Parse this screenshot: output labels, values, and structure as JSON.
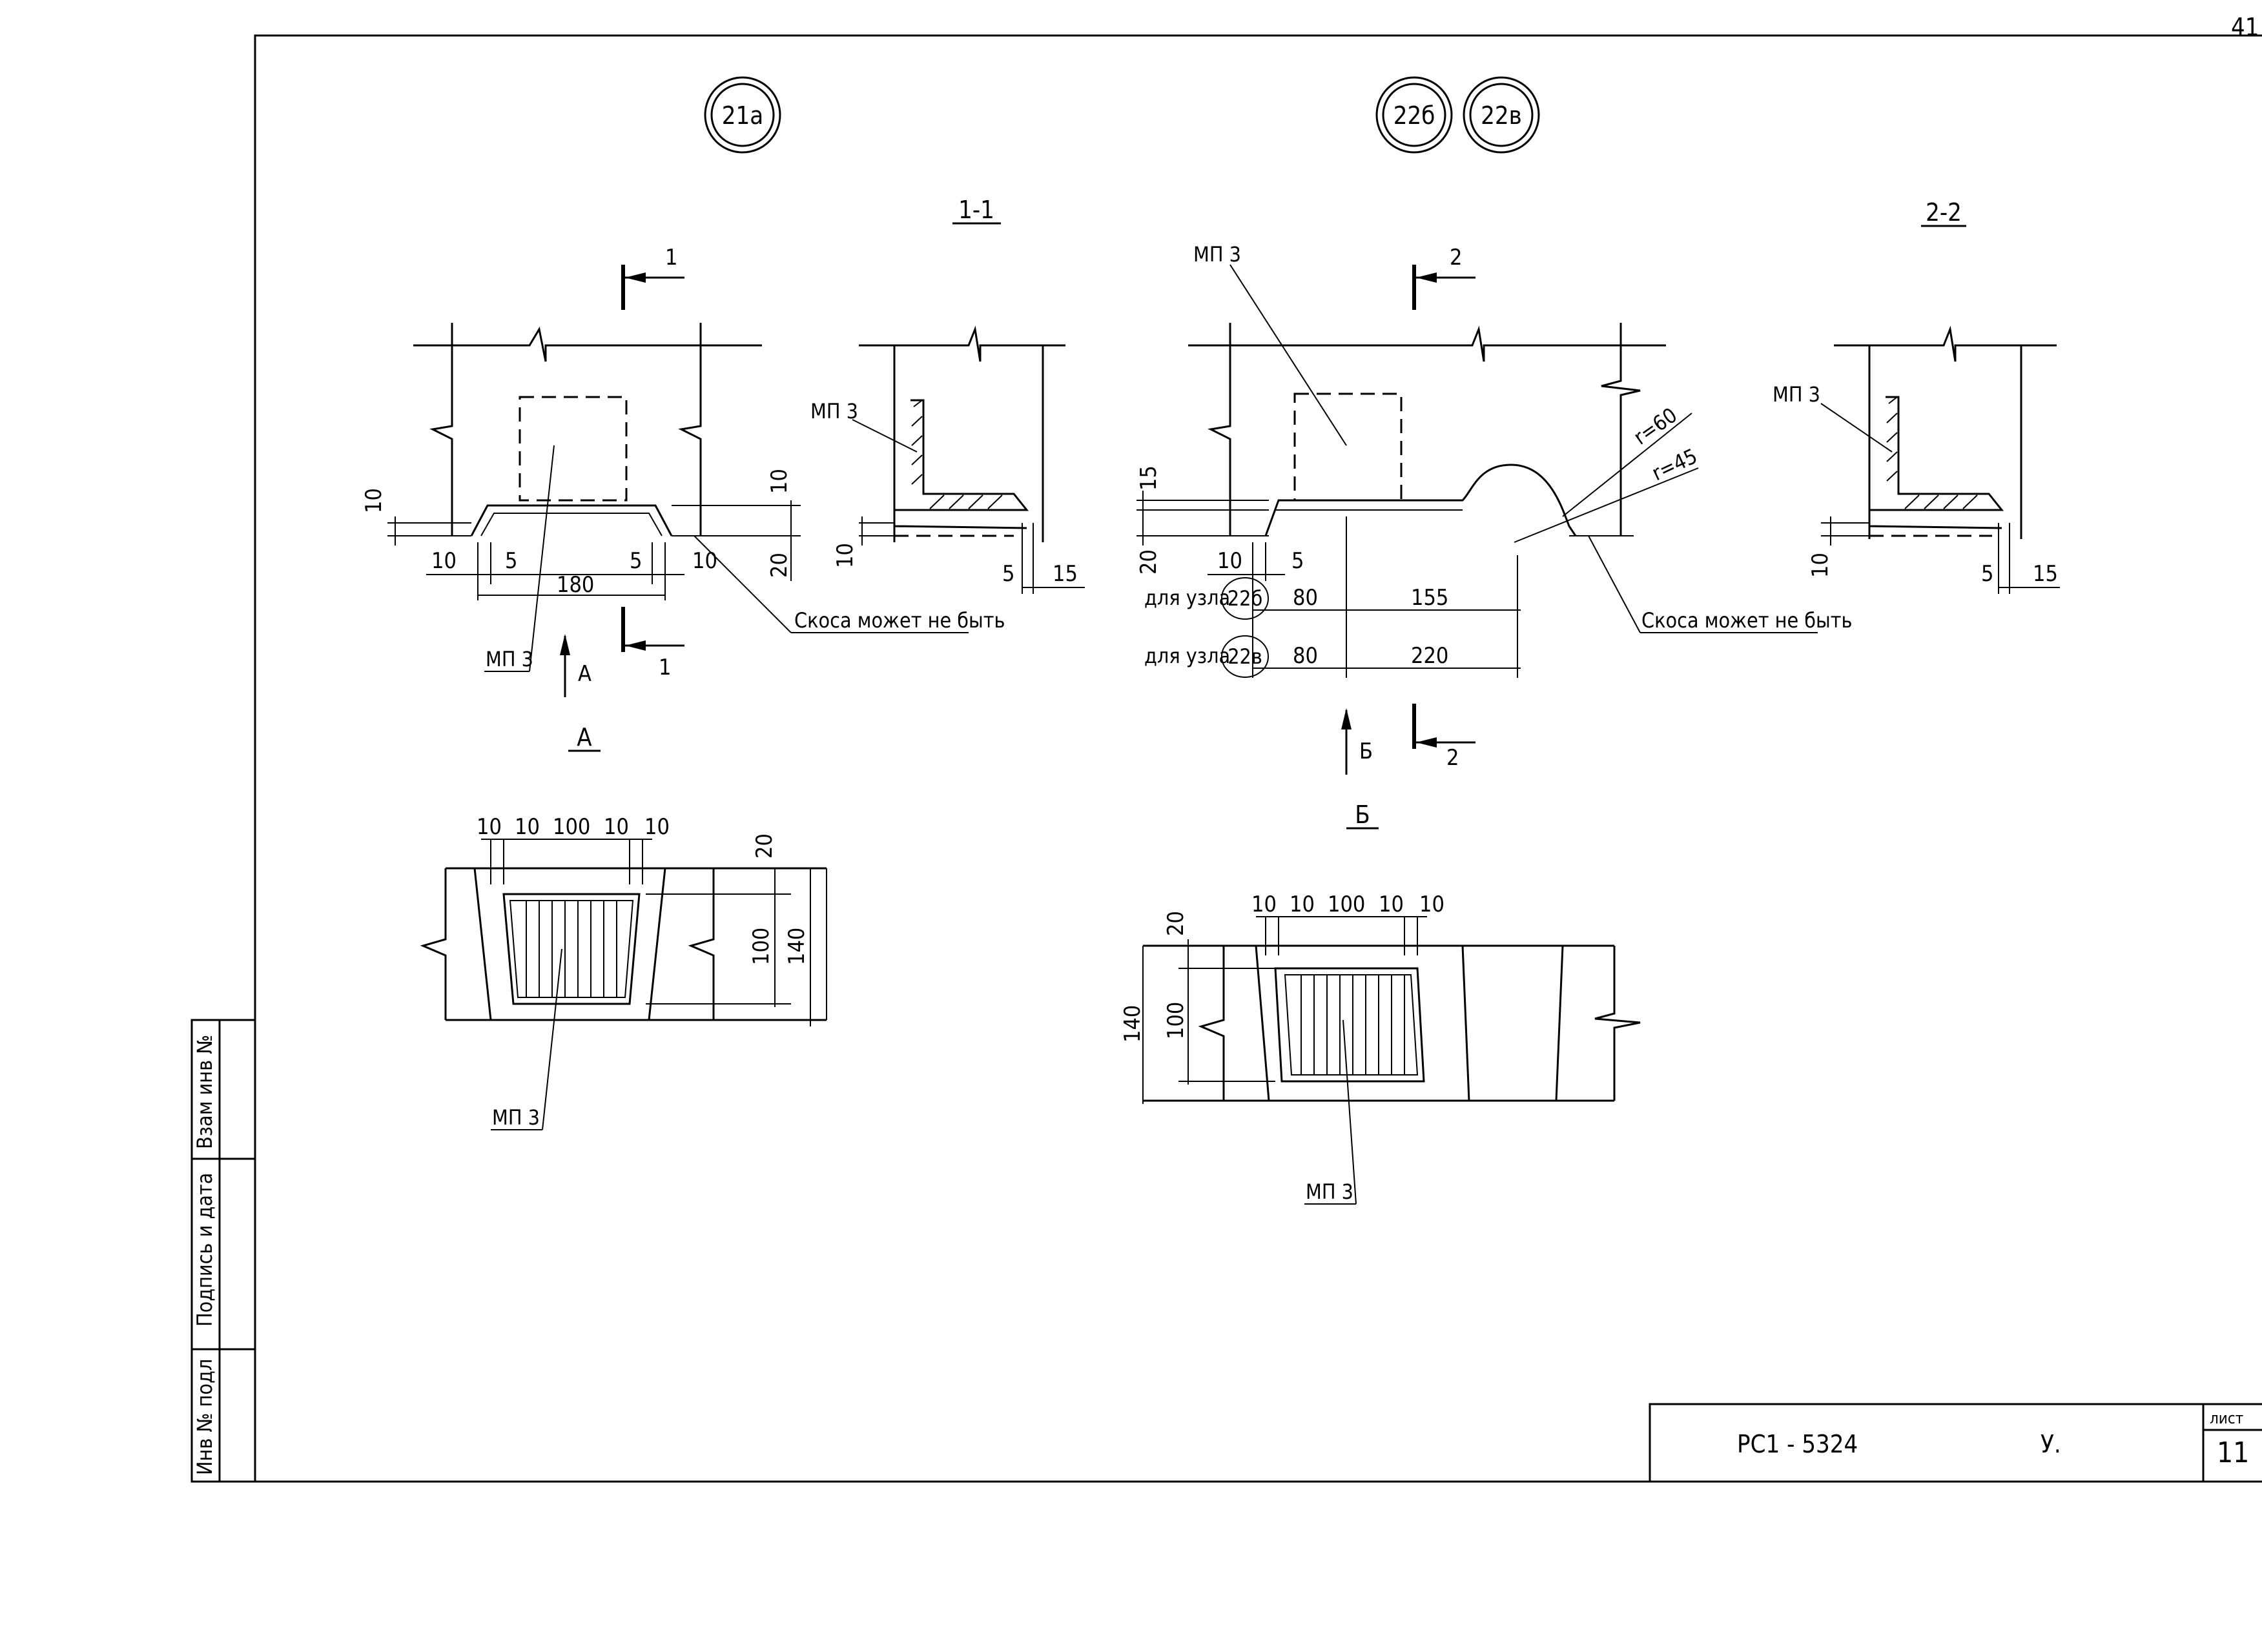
{
  "corner_mark": "41",
  "node_bubbles": {
    "left": "21а",
    "mid1": "22б",
    "mid2": "22в"
  },
  "sections": {
    "s11": "1-1",
    "s22": "2-2",
    "viewA": "А",
    "viewB": "Б"
  },
  "cut_marks": {
    "one": "1",
    "two": "2",
    "arrowA": "А",
    "arrowB": "Б"
  },
  "labels": {
    "mp3": "МП 3",
    "skosa": "Скоса может не быть",
    "r60": "r=60",
    "r45": "r=45",
    "for_node": "для узла",
    "node_22b": "22б",
    "node_22v": "22в"
  },
  "dimensions": {
    "d10": "10",
    "d5": "5",
    "d15": "15",
    "d20": "20",
    "d80": "80",
    "d100": "100",
    "d140": "140",
    "d155": "155",
    "d180": "180",
    "d220": "220"
  },
  "side_stamp": {
    "f1": "Взам инв №",
    "f2": "Подпись и дата",
    "f3": "Инв № подл"
  },
  "title_block": {
    "code": "РС1 - 5324",
    "mark": "У.",
    "sheet_label": "лист",
    "sheet_no": "11"
  }
}
